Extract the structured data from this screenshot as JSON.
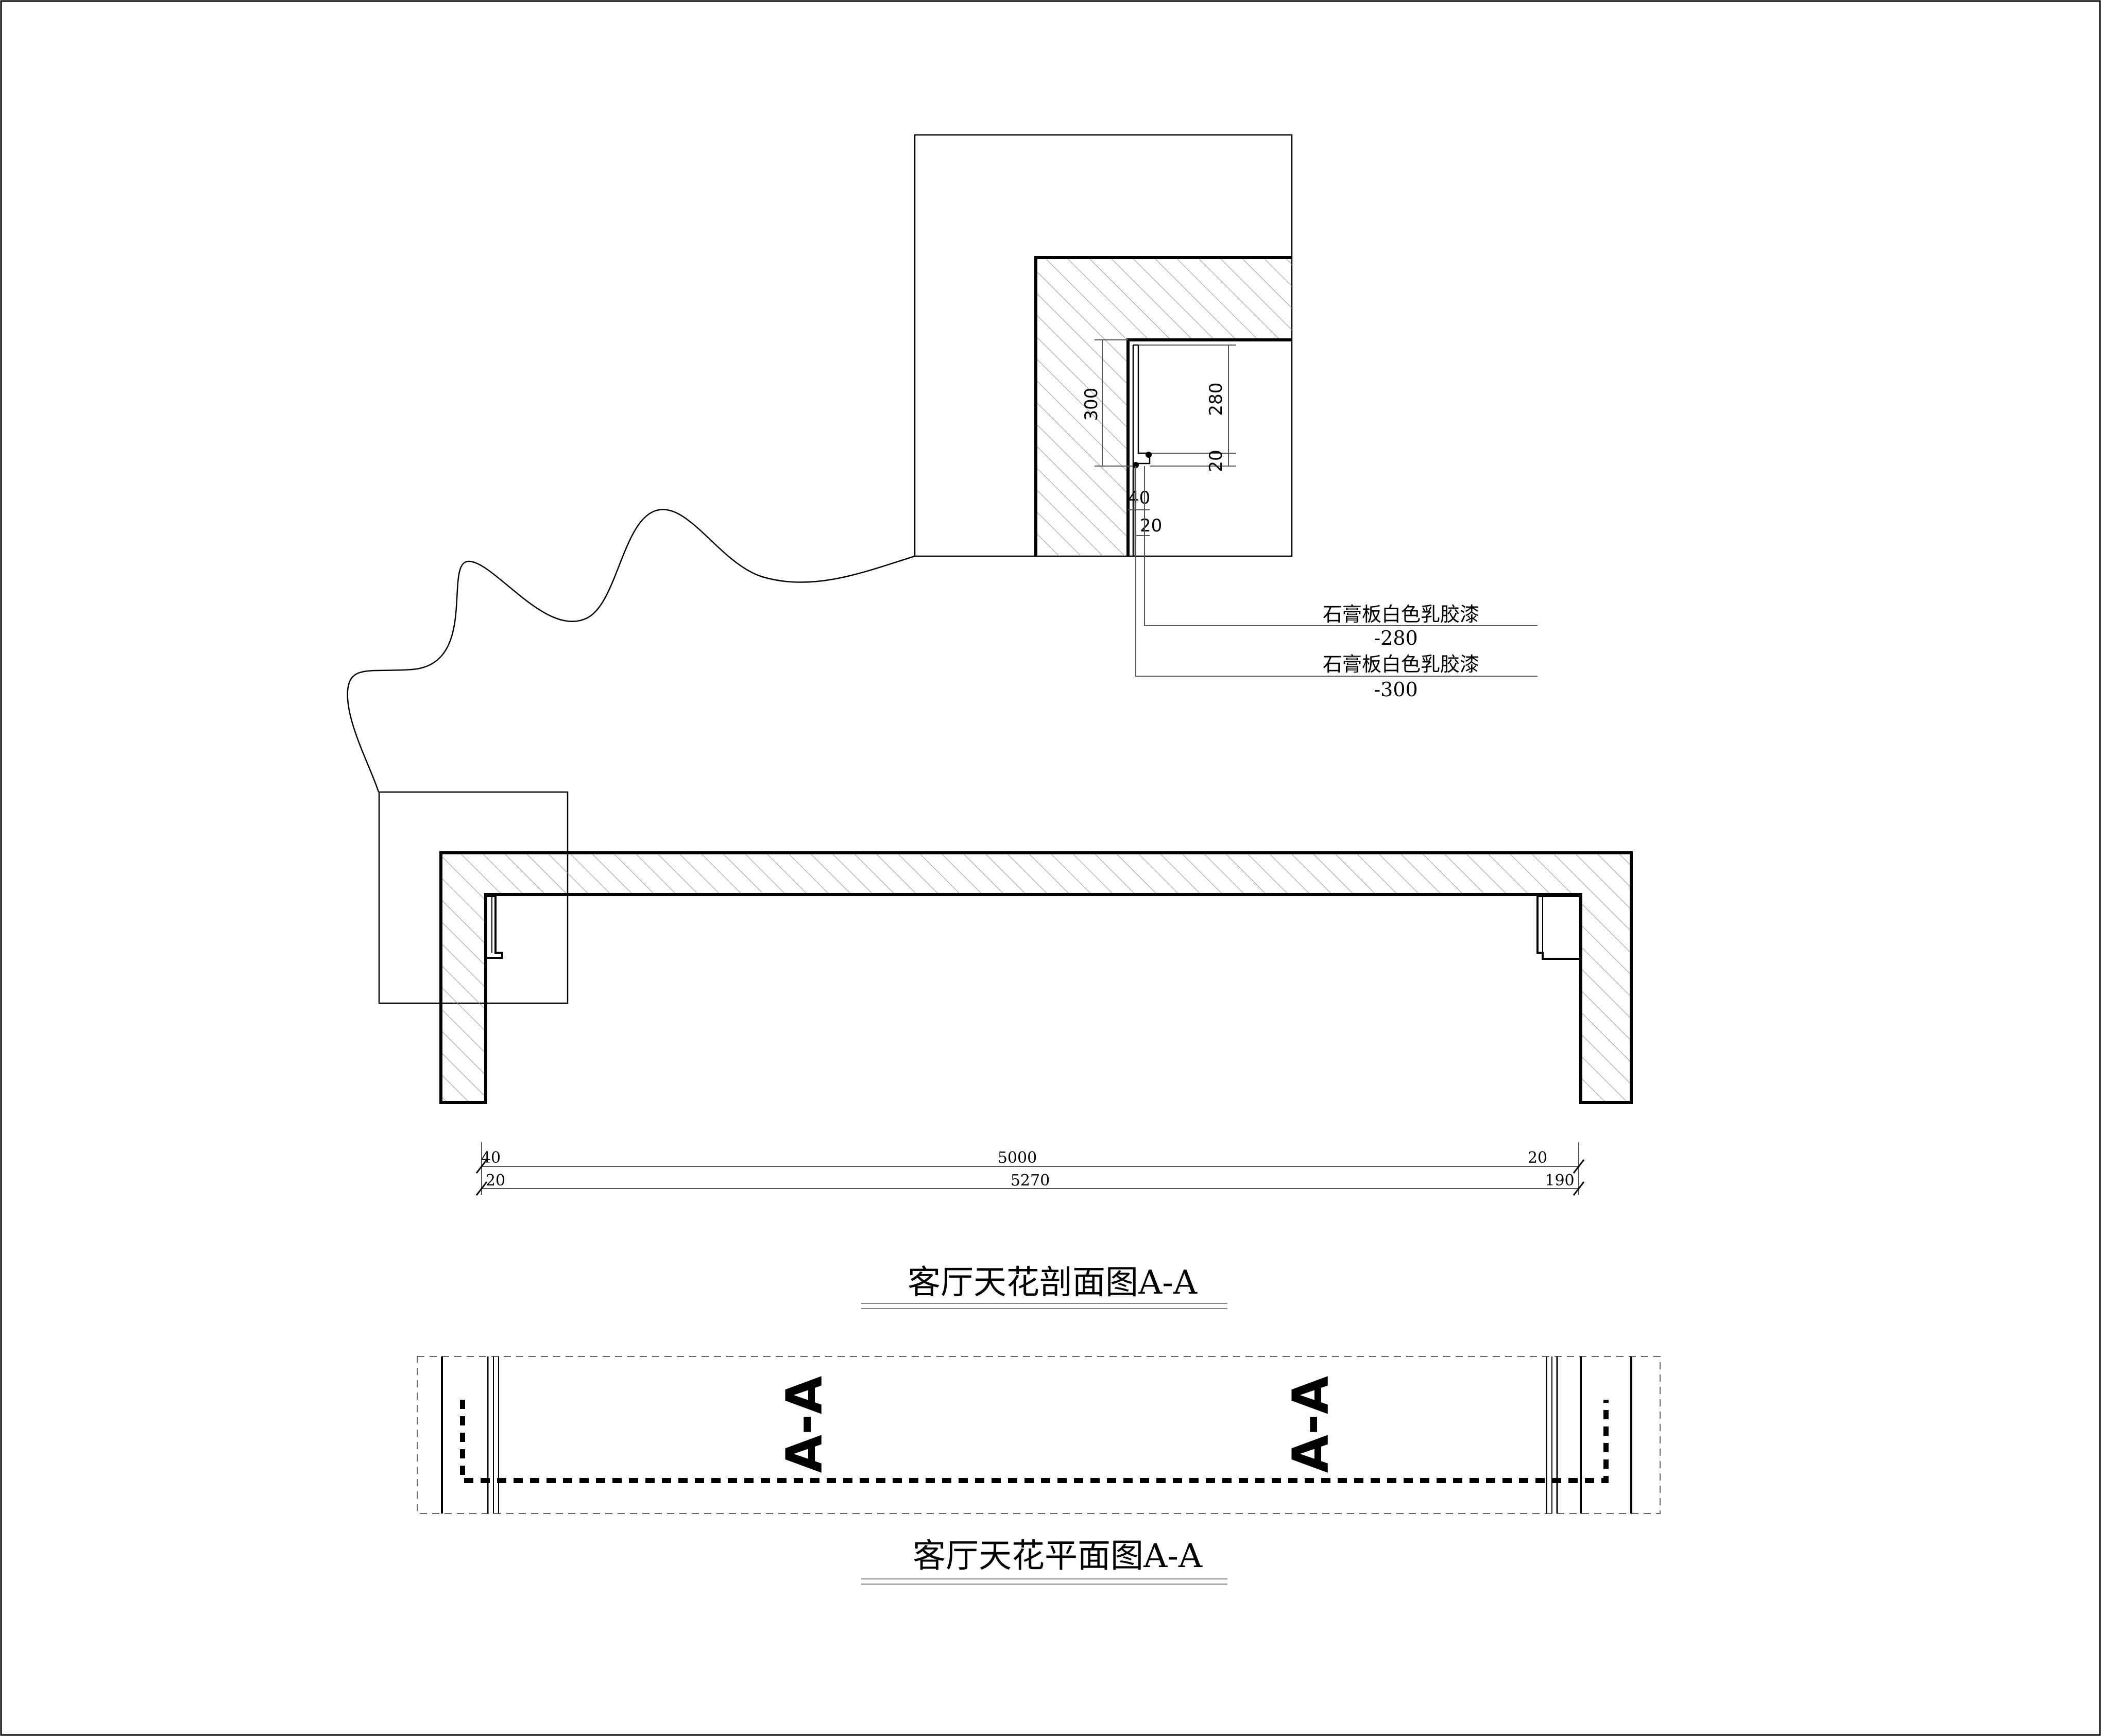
{
  "detail": {
    "dim_300": "300",
    "dim_280": "280",
    "dim_20a": "20",
    "dim_40": "40",
    "dim_20b": "20"
  },
  "callouts": [
    {
      "material": "石膏板白色乳胶漆",
      "level": "-280"
    },
    {
      "material": "石膏板白色乳胶漆",
      "level": "-300"
    }
  ],
  "section": {
    "dim_top": {
      "left": "40",
      "center": "5000",
      "right": "20"
    },
    "dim_bottom": {
      "left": "20",
      "center": "5270",
      "right": "190"
    },
    "title": "客厅天花剖面图A-A"
  },
  "plan": {
    "section_mark_left": "A-A",
    "section_mark_right": "A-A",
    "title": "客厅天花平面图A-A"
  }
}
